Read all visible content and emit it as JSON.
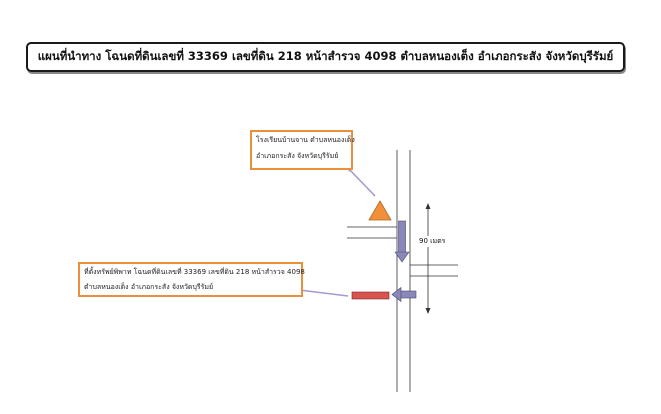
{
  "title": "แผนที่นำทาง โฉนดที่ดินเลขที่ 33369 เลขที่ดิน 218 หน้าสำรวจ 4098 ตำบลหนองเต็ง อำเภอกระสัง จังหวัดบุรีรัมย์",
  "landmark_label": {
    "line1": "โรงเรียนบ้านจาน ตำบลหนองเต็ง",
    "line2": "อำเภอกระสัง จังหวัดบุรีรัมย์"
  },
  "property_label": {
    "line1": "ที่ตั้งทรัพย์พิพาท โฉนดที่ดินเลขที่ 33369 เลขที่ดิน 218 หน้าสำรวจ 4098",
    "line2": "ตำบลหนองเต็ง อำเภอกระสัง จังหวัดบุรีรัมย์"
  },
  "distance_label": "90 เมตร",
  "colors": {
    "landmark_triangle": "#f0903a",
    "label_border": "#e8913a",
    "direction_arrow": "#8a88b8",
    "property_marker": "#d9534f",
    "leader_line": "#a59ad0"
  }
}
